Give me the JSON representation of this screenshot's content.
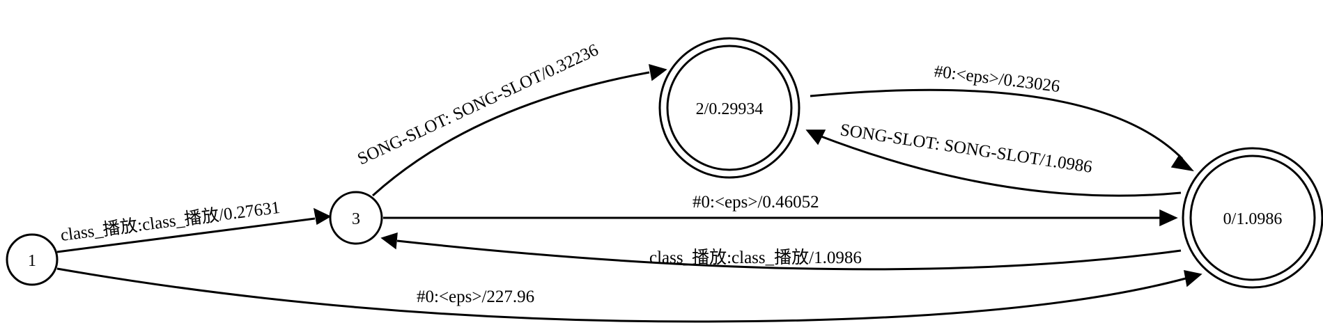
{
  "diagram": {
    "states": {
      "s1": "1",
      "s3": "3",
      "s2": "2/0.29934",
      "s0": "0/1.0986"
    },
    "arcs": {
      "a13": "class_播放:class_播放/0.27631",
      "a10": "#0:<eps>/227.96",
      "a32": "SONG-SLOT: SONG-SLOT/0.32236",
      "a30": "#0:<eps>/0.46052",
      "a20": "#0:<eps>/0.23026",
      "a02": "SONG-SLOT: SONG-SLOT/1.0986",
      "a03": "class_播放:class_播放/1.0986"
    }
  }
}
